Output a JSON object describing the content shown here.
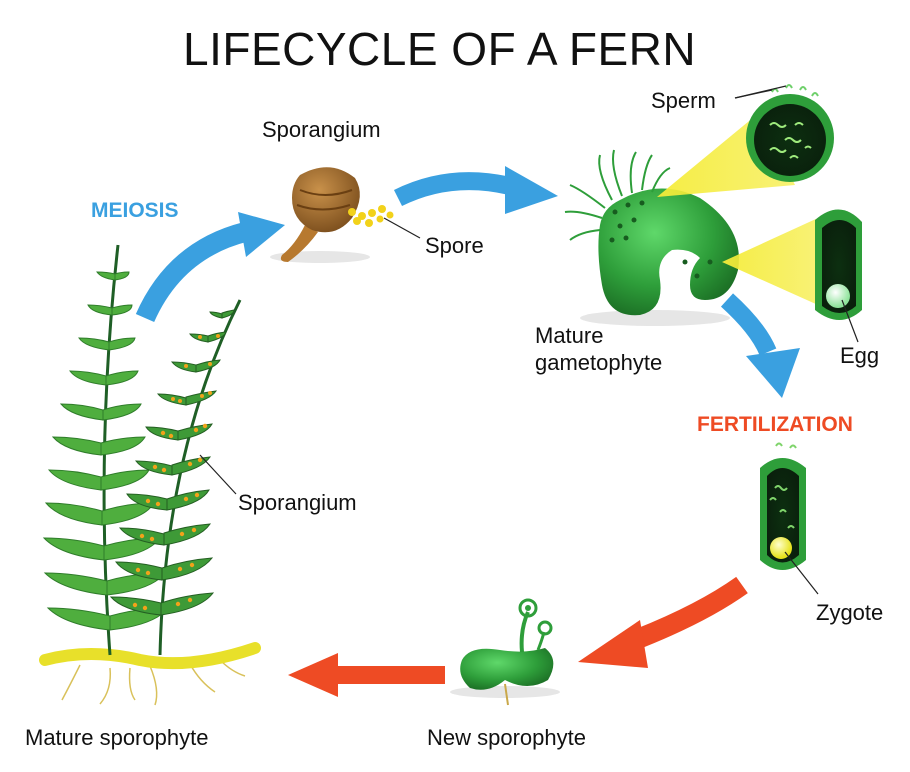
{
  "title": "LIFECYCLE OF A FERN",
  "stages": {
    "meiosis": "MEIOSIS",
    "fertilization": "FERTILIZATION"
  },
  "labels": {
    "sporangium_top": "Sporangium",
    "spore": "Spore",
    "sperm": "Sperm",
    "mature_gametophyte_line1": "Mature",
    "mature_gametophyte_line2": "gametophyte",
    "egg": "Egg",
    "zygote": "Zygote",
    "sporangium_frond": "Sporangium",
    "new_sporophyte": "New sporophyte",
    "mature_sporophyte": "Mature sporophyte"
  },
  "colors": {
    "meiosis_blue": "#3aa0e0",
    "fertilization_red": "#ee4b24",
    "gametophyte_green": "#2e9e3a",
    "zoom_yellow": "#f5ec3a"
  }
}
